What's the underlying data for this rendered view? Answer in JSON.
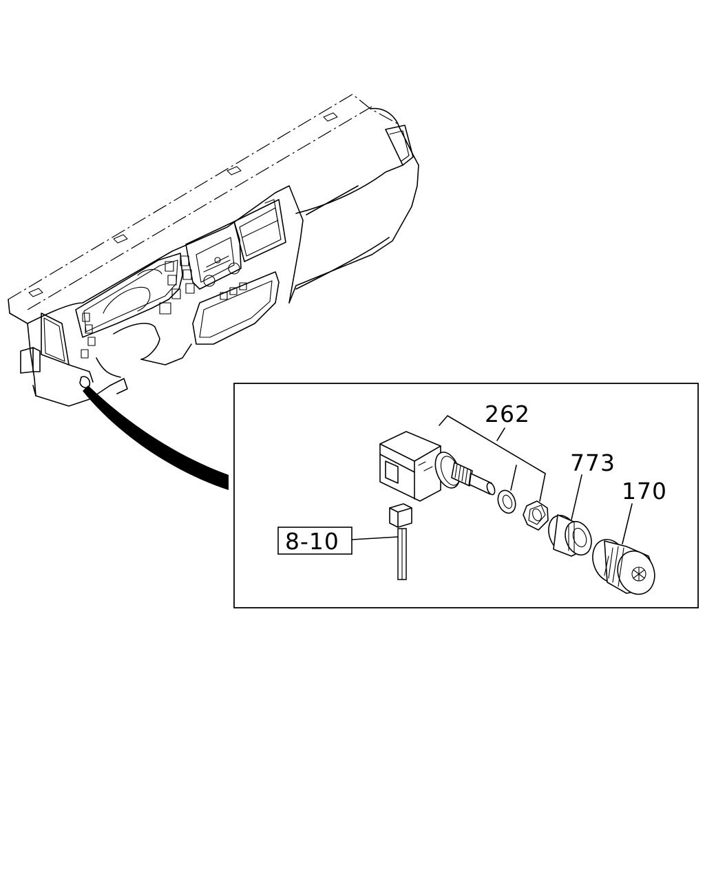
{
  "callouts": {
    "switch_assembly": "262",
    "bezel_nut": "773",
    "knob": "170",
    "harness_ref": "8-10"
  }
}
